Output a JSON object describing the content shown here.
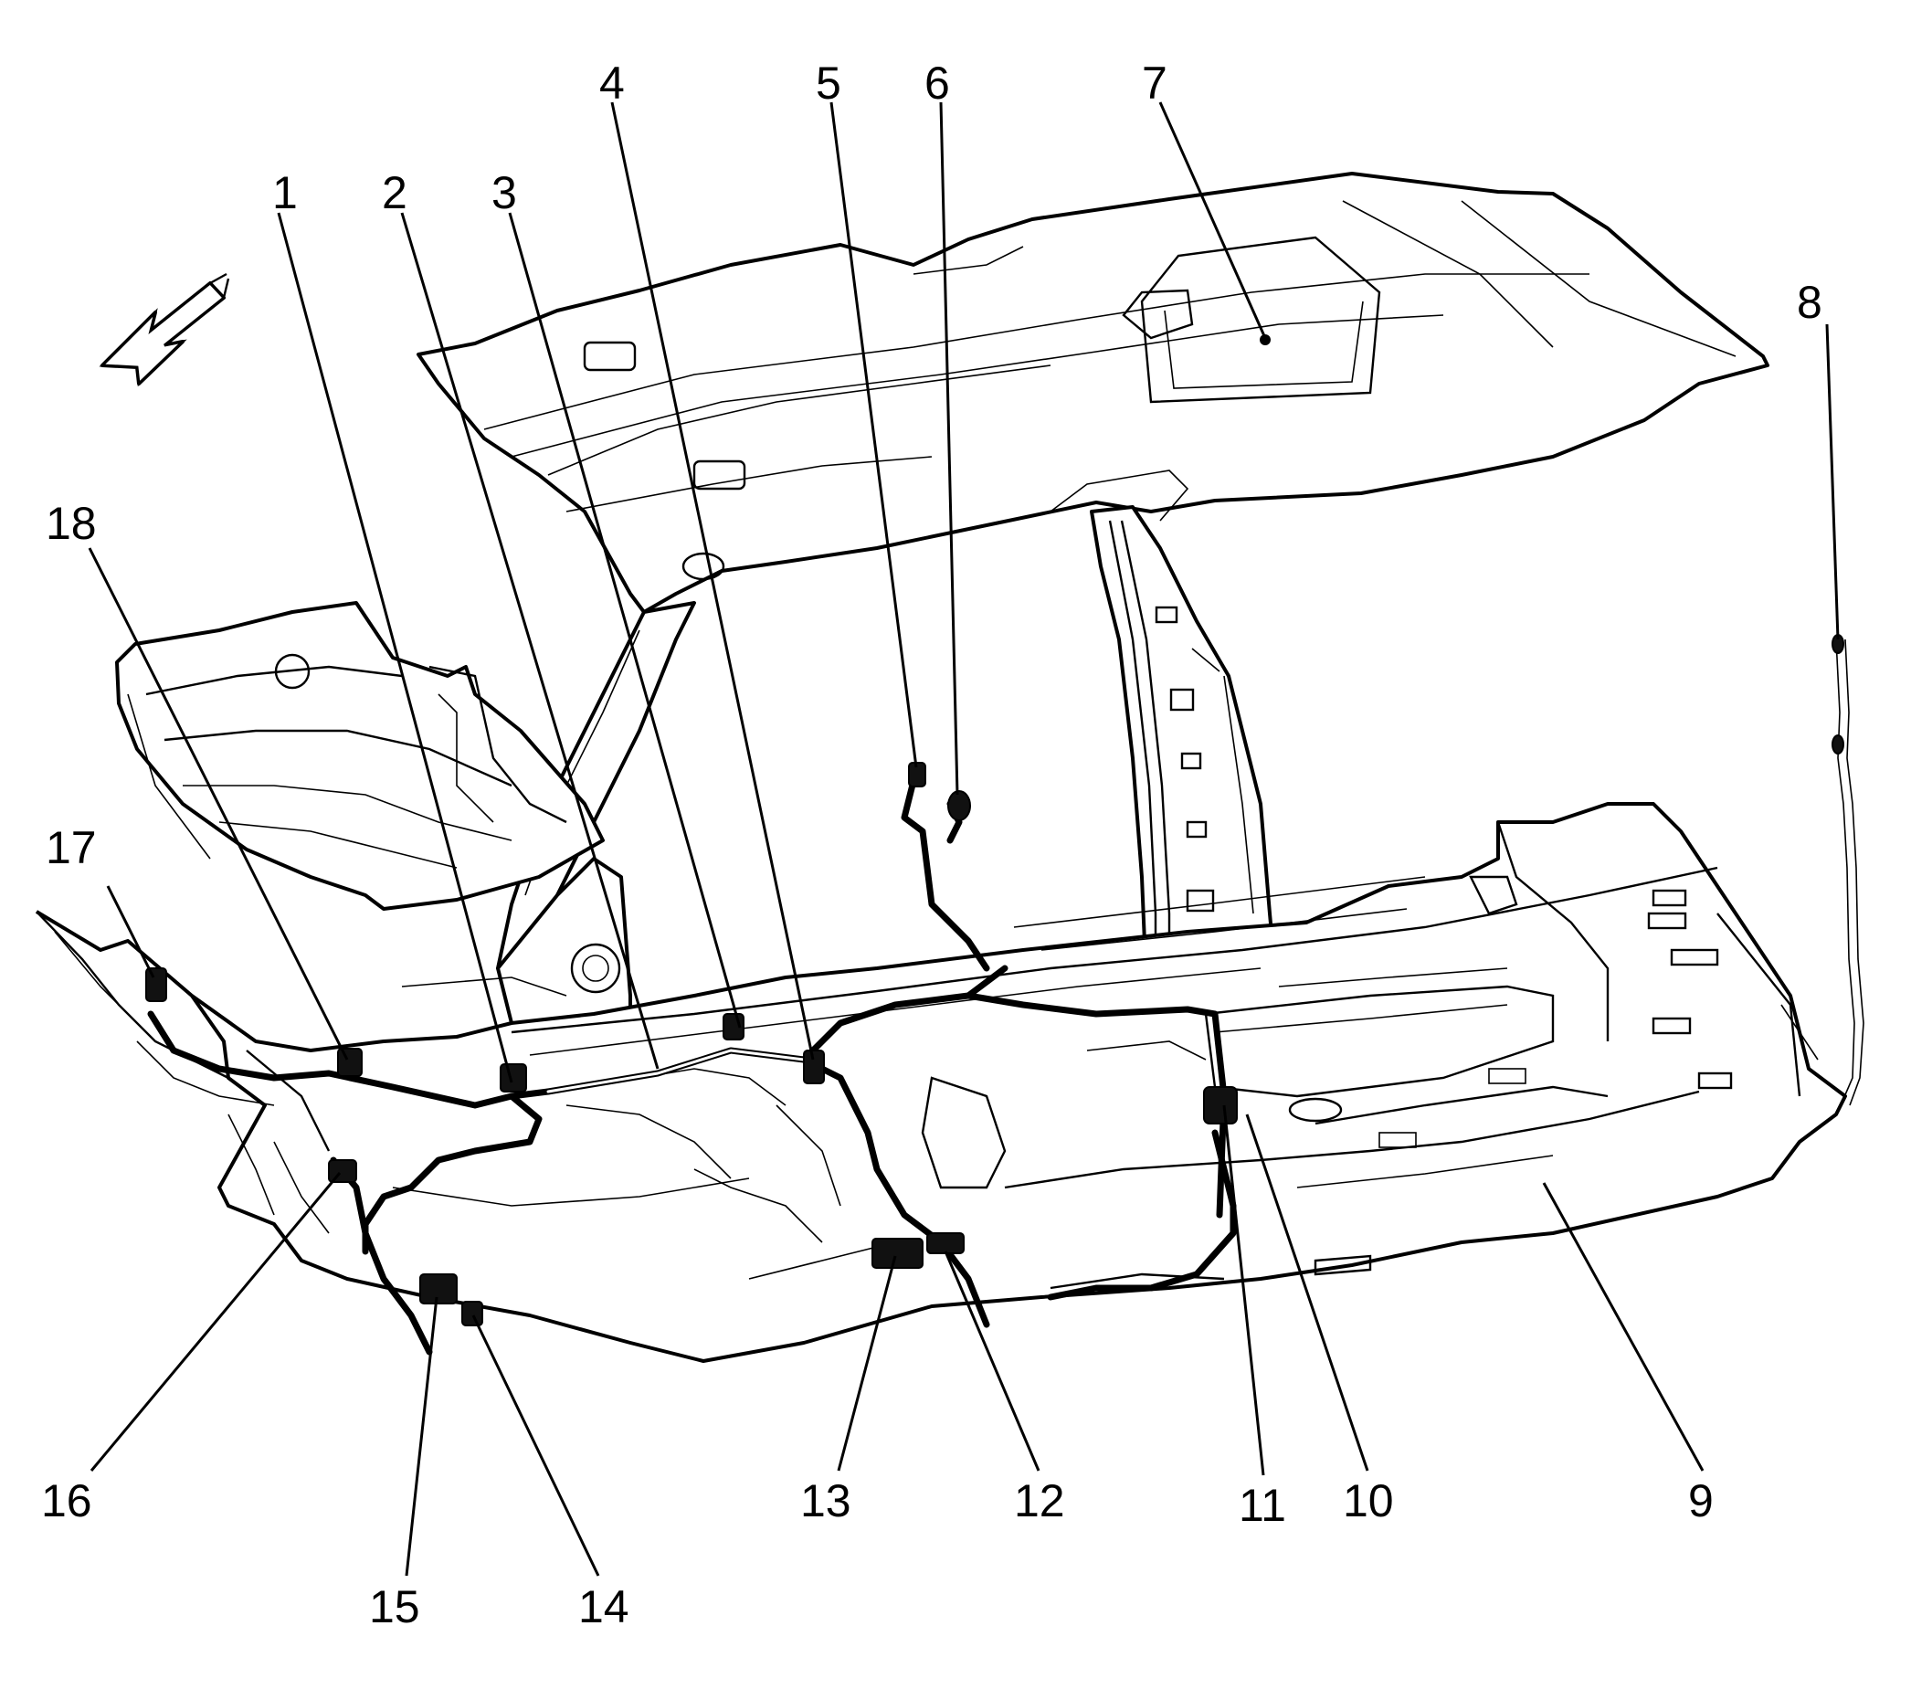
{
  "diagram": {
    "callouts": [
      {
        "id": "c1",
        "label": "1"
      },
      {
        "id": "c2",
        "label": "2"
      },
      {
        "id": "c3",
        "label": "3"
      },
      {
        "id": "c4",
        "label": "4"
      },
      {
        "id": "c5",
        "label": "5"
      },
      {
        "id": "c6",
        "label": "6"
      },
      {
        "id": "c7",
        "label": "7"
      },
      {
        "id": "c8",
        "label": "8"
      },
      {
        "id": "c9",
        "label": "9"
      },
      {
        "id": "c10",
        "label": "10"
      },
      {
        "id": "c11",
        "label": "11"
      },
      {
        "id": "c12",
        "label": "12"
      },
      {
        "id": "c13",
        "label": "13"
      },
      {
        "id": "c14",
        "label": "14"
      },
      {
        "id": "c15",
        "label": "15"
      },
      {
        "id": "c16",
        "label": "16"
      },
      {
        "id": "c17",
        "label": "17"
      },
      {
        "id": "c18",
        "label": "18"
      }
    ],
    "direction_arrow_icon": "forward-direction-arrow-icon"
  }
}
